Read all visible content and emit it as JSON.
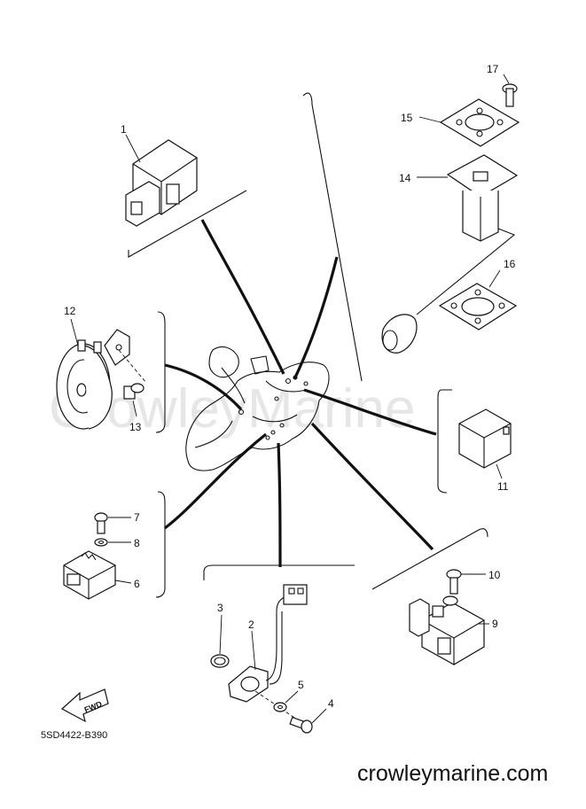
{
  "watermark": "CrowleyMarine",
  "diagram_code": "5SD4422-B390",
  "fwd_label": "FWD",
  "website": "crowleymarine.com",
  "callouts": [
    "1",
    "2",
    "3",
    "4",
    "5",
    "6",
    "7",
    "8",
    "9",
    "10",
    "11",
    "12",
    "13",
    "14",
    "15",
    "16",
    "17"
  ]
}
